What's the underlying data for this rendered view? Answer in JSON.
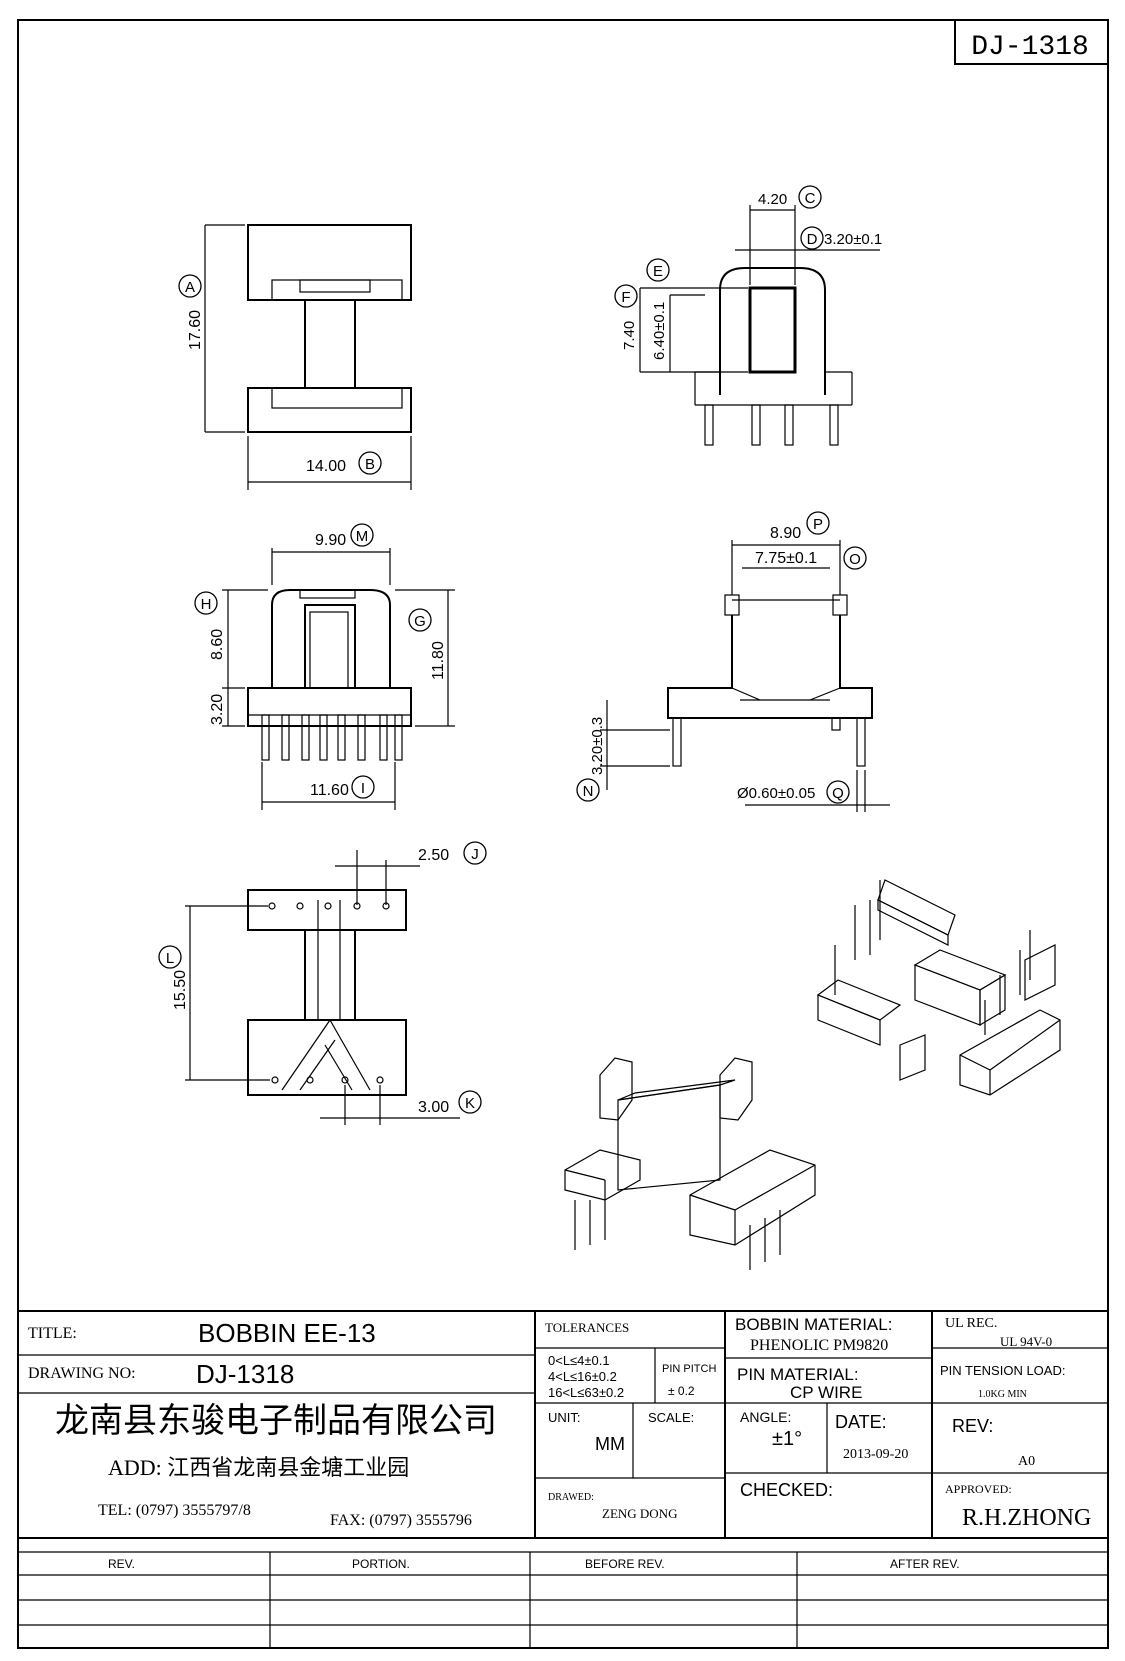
{
  "drawing_number_tag": "DJ-1318",
  "dimensions": {
    "A": {
      "letter": "A",
      "value": "17.60"
    },
    "B": {
      "letter": "B",
      "value": "14.00"
    },
    "C": {
      "letter": "C",
      "value": "4.20"
    },
    "D": {
      "letter": "D",
      "value": "3.20±0.1"
    },
    "E": {
      "letter": "E",
      "value": "6.40±0.1"
    },
    "F": {
      "letter": "F",
      "value": "7.40"
    },
    "M": {
      "letter": "M",
      "value": "9.90"
    },
    "H": {
      "letter": "H",
      "value": "8.60"
    },
    "G": {
      "letter": "G",
      "value": "11.80"
    },
    "H2": {
      "value": "3.20"
    },
    "I": {
      "letter": "I",
      "value": "11.60"
    },
    "P": {
      "letter": "P",
      "value": "8.90"
    },
    "O": {
      "letter": "O",
      "value": "7.75±0.1"
    },
    "N": {
      "letter": "N",
      "value": "3.20±0.3"
    },
    "Q": {
      "letter": "Q",
      "value": "Ø0.60±0.05"
    },
    "J": {
      "letter": "J",
      "value": "2.50"
    },
    "L": {
      "letter": "L",
      "value": "15.50"
    },
    "K": {
      "letter": "K",
      "value": "3.00"
    }
  },
  "title_block": {
    "title_label": "TITLE:",
    "title_value": "BOBBIN EE-13",
    "drawing_no_label": "DRAWING NO:",
    "drawing_no_value": "DJ-1318",
    "company": "龙南县东骏电子制品有限公司",
    "address": "ADD: 江西省龙南县金塘工业园",
    "tel": "TEL: (0797) 3555797/8",
    "fax": "FAX: (0797) 3555796",
    "tolerances_label": "TOLERANCES",
    "tol_1": "0<L≤4±0.1",
    "tol_2": "4<L≤16±0.2",
    "tol_3": "16<L≤63±0.2",
    "pin_pitch_label": "PIN PITCH",
    "pin_pitch_value": "± 0.2",
    "unit_label": "UNIT:",
    "unit_value": "MM",
    "scale_label": "SCALE:",
    "drawed_label": "DRAWED:",
    "drawed_value": "ZENG DONG",
    "bobbin_material_label": "BOBBIN MATERIAL:",
    "bobbin_material_value": "PHENOLIC   PM9820",
    "pin_material_label": "PIN MATERIAL:",
    "pin_material_value": "CP WIRE",
    "angle_label": "ANGLE:",
    "angle_value": "±1°",
    "date_label": "DATE:",
    "date_value": "2013-09-20",
    "checked_label": "CHECKED:",
    "ul_rec_label": "UL REC.",
    "ul_rec_value": "UL  94V-0",
    "pin_tension_label": "PIN TENSION LOAD:",
    "pin_tension_value": "1.0KG MIN",
    "rev_label": "REV:",
    "rev_value": "A0",
    "approved_label": "APPROVED:",
    "approved_value": "R.H.ZHONG"
  },
  "revision_table": {
    "headers": [
      "REV.",
      "PORTION.",
      "BEFORE REV.",
      "AFTER REV."
    ]
  }
}
